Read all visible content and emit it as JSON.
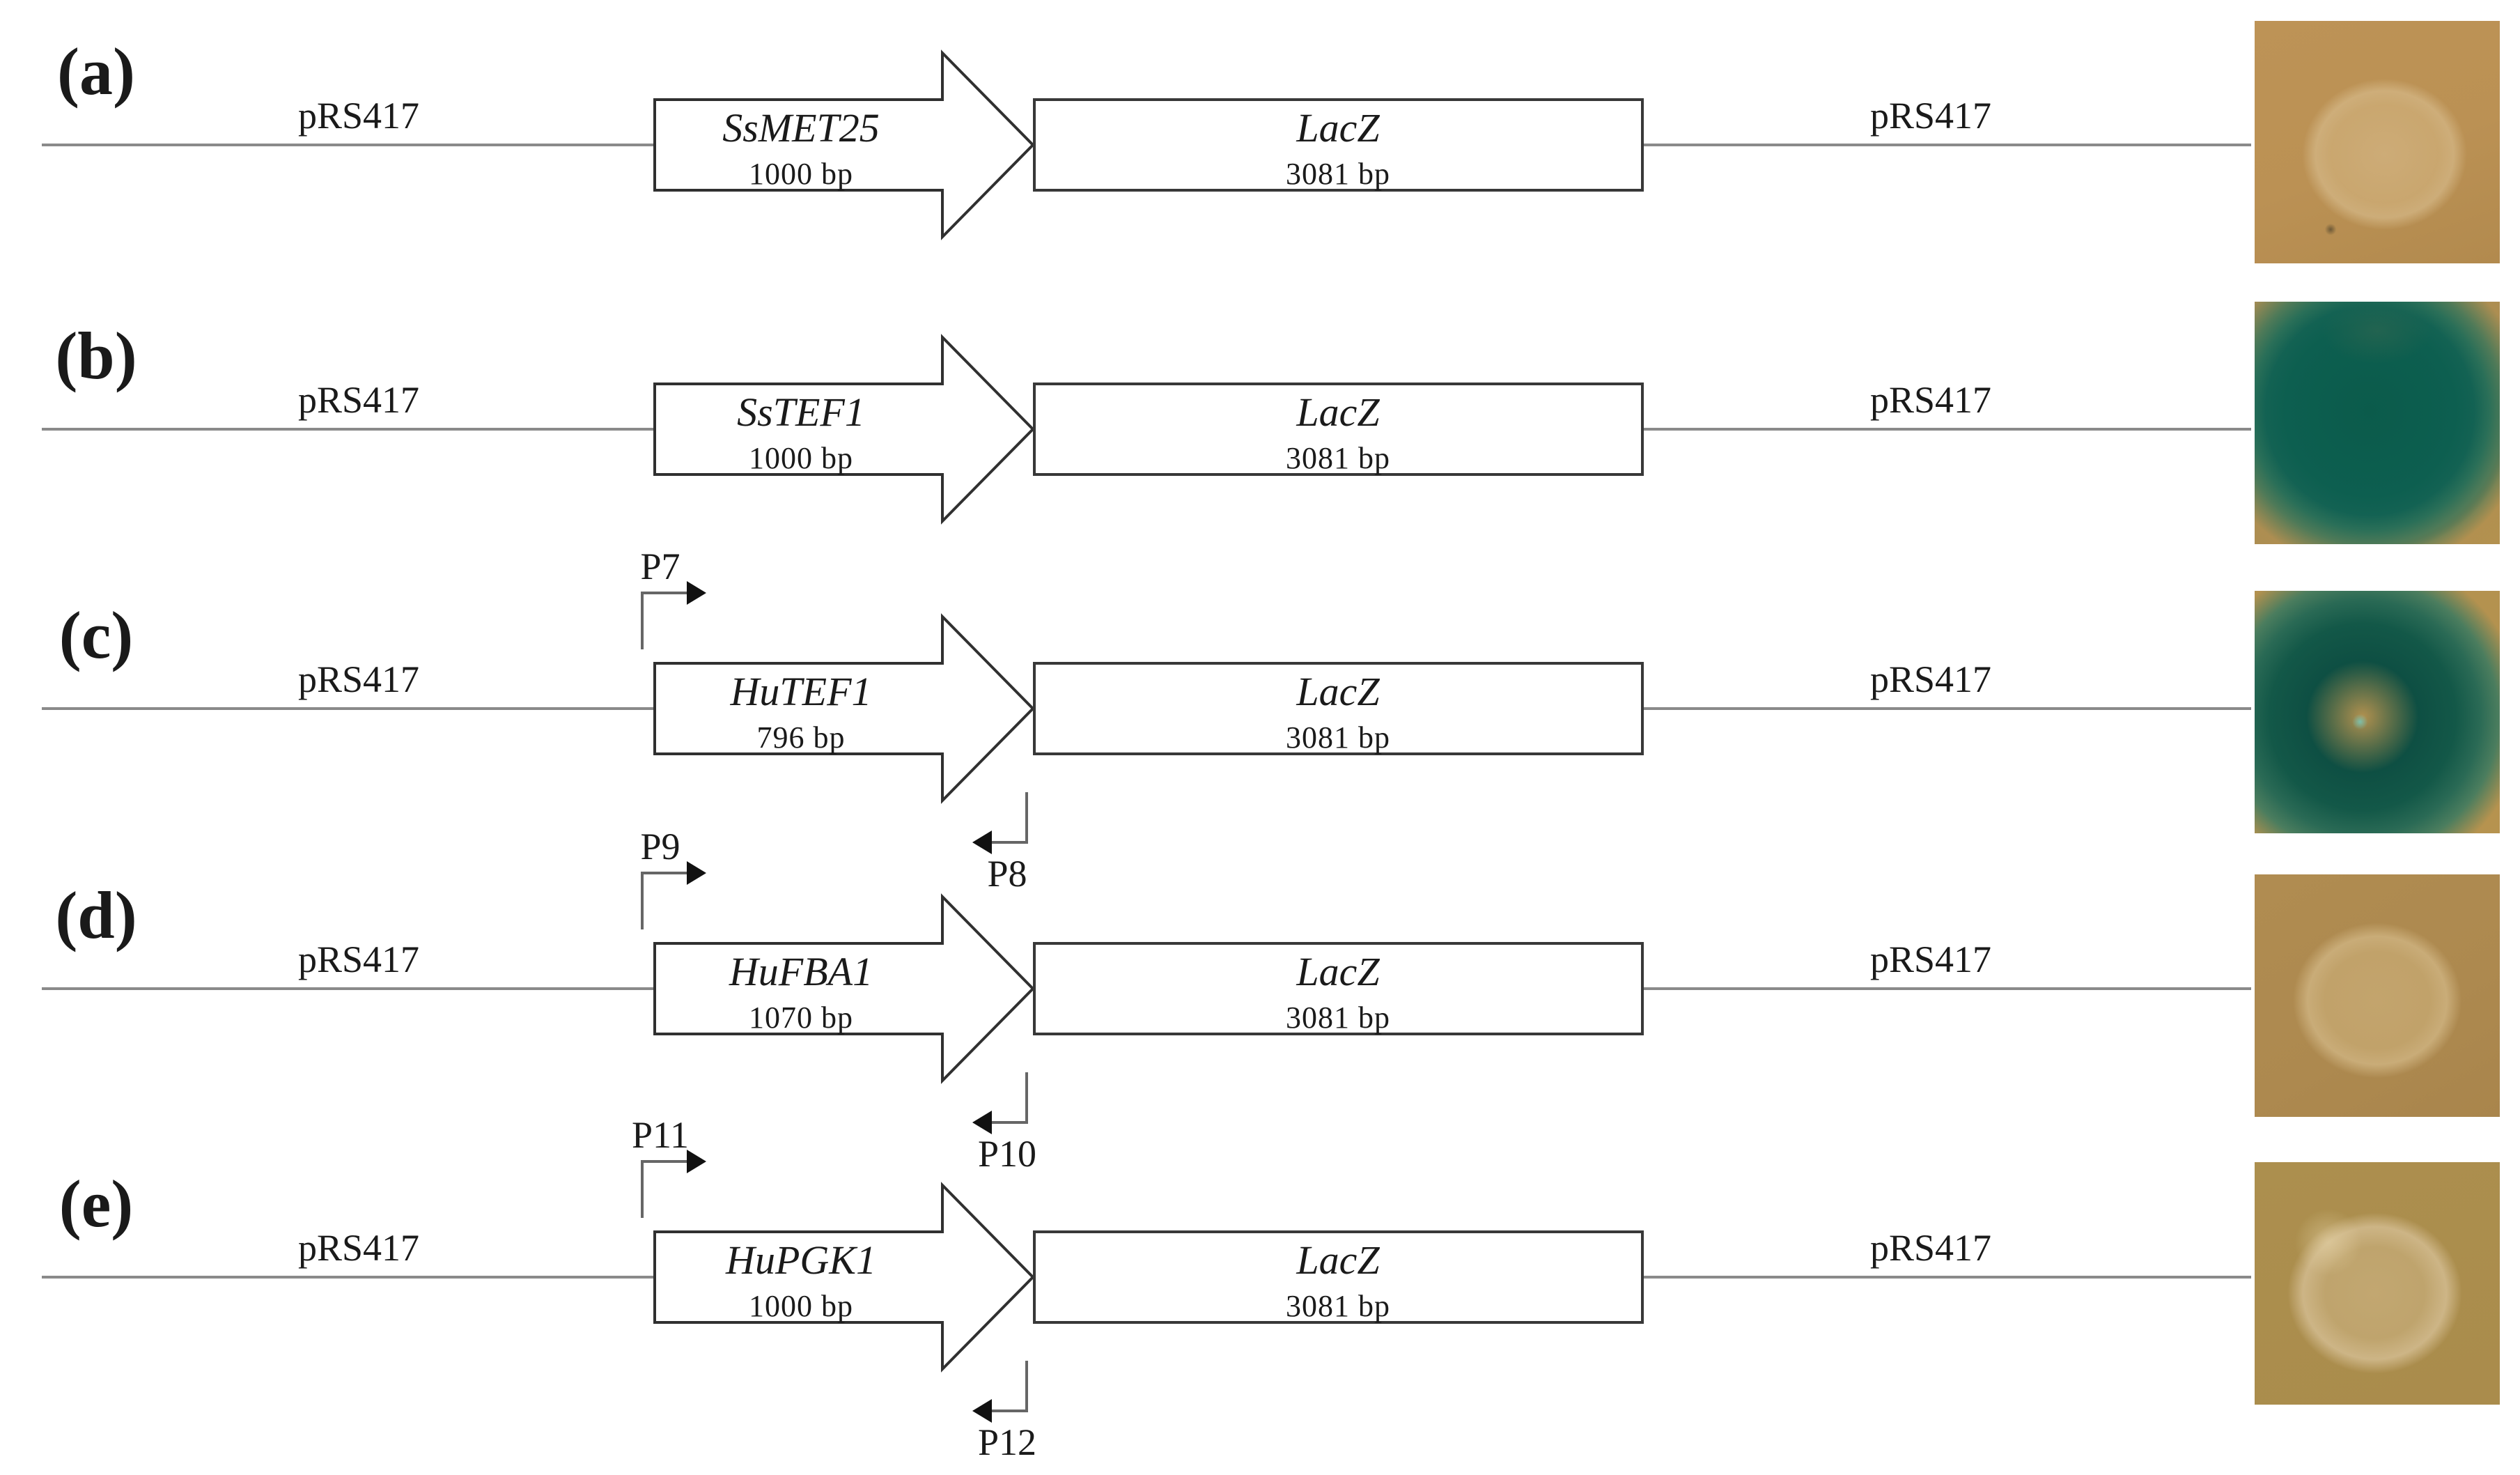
{
  "figure": {
    "type": "plasmid construct diagram with X-gal colony assay",
    "colors": {
      "backbone_line": "#8a8a8a",
      "box_border": "#303030",
      "arrowhead": "#111111",
      "text": "#1a1a1a"
    },
    "rows": [
      {
        "label": "(a)",
        "backbone_left": "pRS417",
        "backbone_right": "pRS417",
        "promoter": {
          "name": "SsMET25",
          "size": "1000 bp"
        },
        "reporter": {
          "name": "LacZ",
          "size": "3081 bp"
        },
        "colony": {
          "result": "white",
          "plate_color": "#bc9254",
          "colony_color": "#cbab77"
        }
      },
      {
        "label": "(b)",
        "backbone_left": "pRS417",
        "backbone_right": "pRS417",
        "promoter": {
          "name": "SsTEF1",
          "size": "1000 bp"
        },
        "reporter": {
          "name": "LacZ",
          "size": "3081 bp"
        },
        "colony": {
          "result": "blue",
          "plate_color": "#ae8e51",
          "colony_color": "#0c5c4c"
        }
      },
      {
        "label": "(c)",
        "backbone_left": "pRS417",
        "backbone_right": "pRS417",
        "promoter": {
          "name": "HuTEF1",
          "size": "796 bp"
        },
        "reporter": {
          "name": "LacZ",
          "size": "3081 bp"
        },
        "primers": {
          "forward": "P7",
          "reverse": "P8"
        },
        "colony": {
          "result": "blue",
          "plate_color": "#b4924f",
          "colony_color": "#0e5044"
        }
      },
      {
        "label": "(d)",
        "backbone_left": "pRS417",
        "backbone_right": "pRS417",
        "promoter": {
          "name": "HuFBA1",
          "size": "1070 bp"
        },
        "reporter": {
          "name": "LacZ",
          "size": "3081 bp"
        },
        "primers": {
          "forward": "P9",
          "reverse": "P10"
        },
        "colony": {
          "result": "white",
          "plate_color": "#af8b50",
          "colony_color": "#c2a36d"
        }
      },
      {
        "label": "(e)",
        "backbone_left": "pRS417",
        "backbone_right": "pRS417",
        "promoter": {
          "name": "HuPGK1",
          "size": "1000 bp"
        },
        "reporter": {
          "name": "LacZ",
          "size": "3081 bp"
        },
        "primers": {
          "forward": "P11",
          "reverse": "P12"
        },
        "colony": {
          "result": "white",
          "plate_color": "#ab8e4e",
          "colony_color": "#c2a873"
        }
      }
    ]
  }
}
